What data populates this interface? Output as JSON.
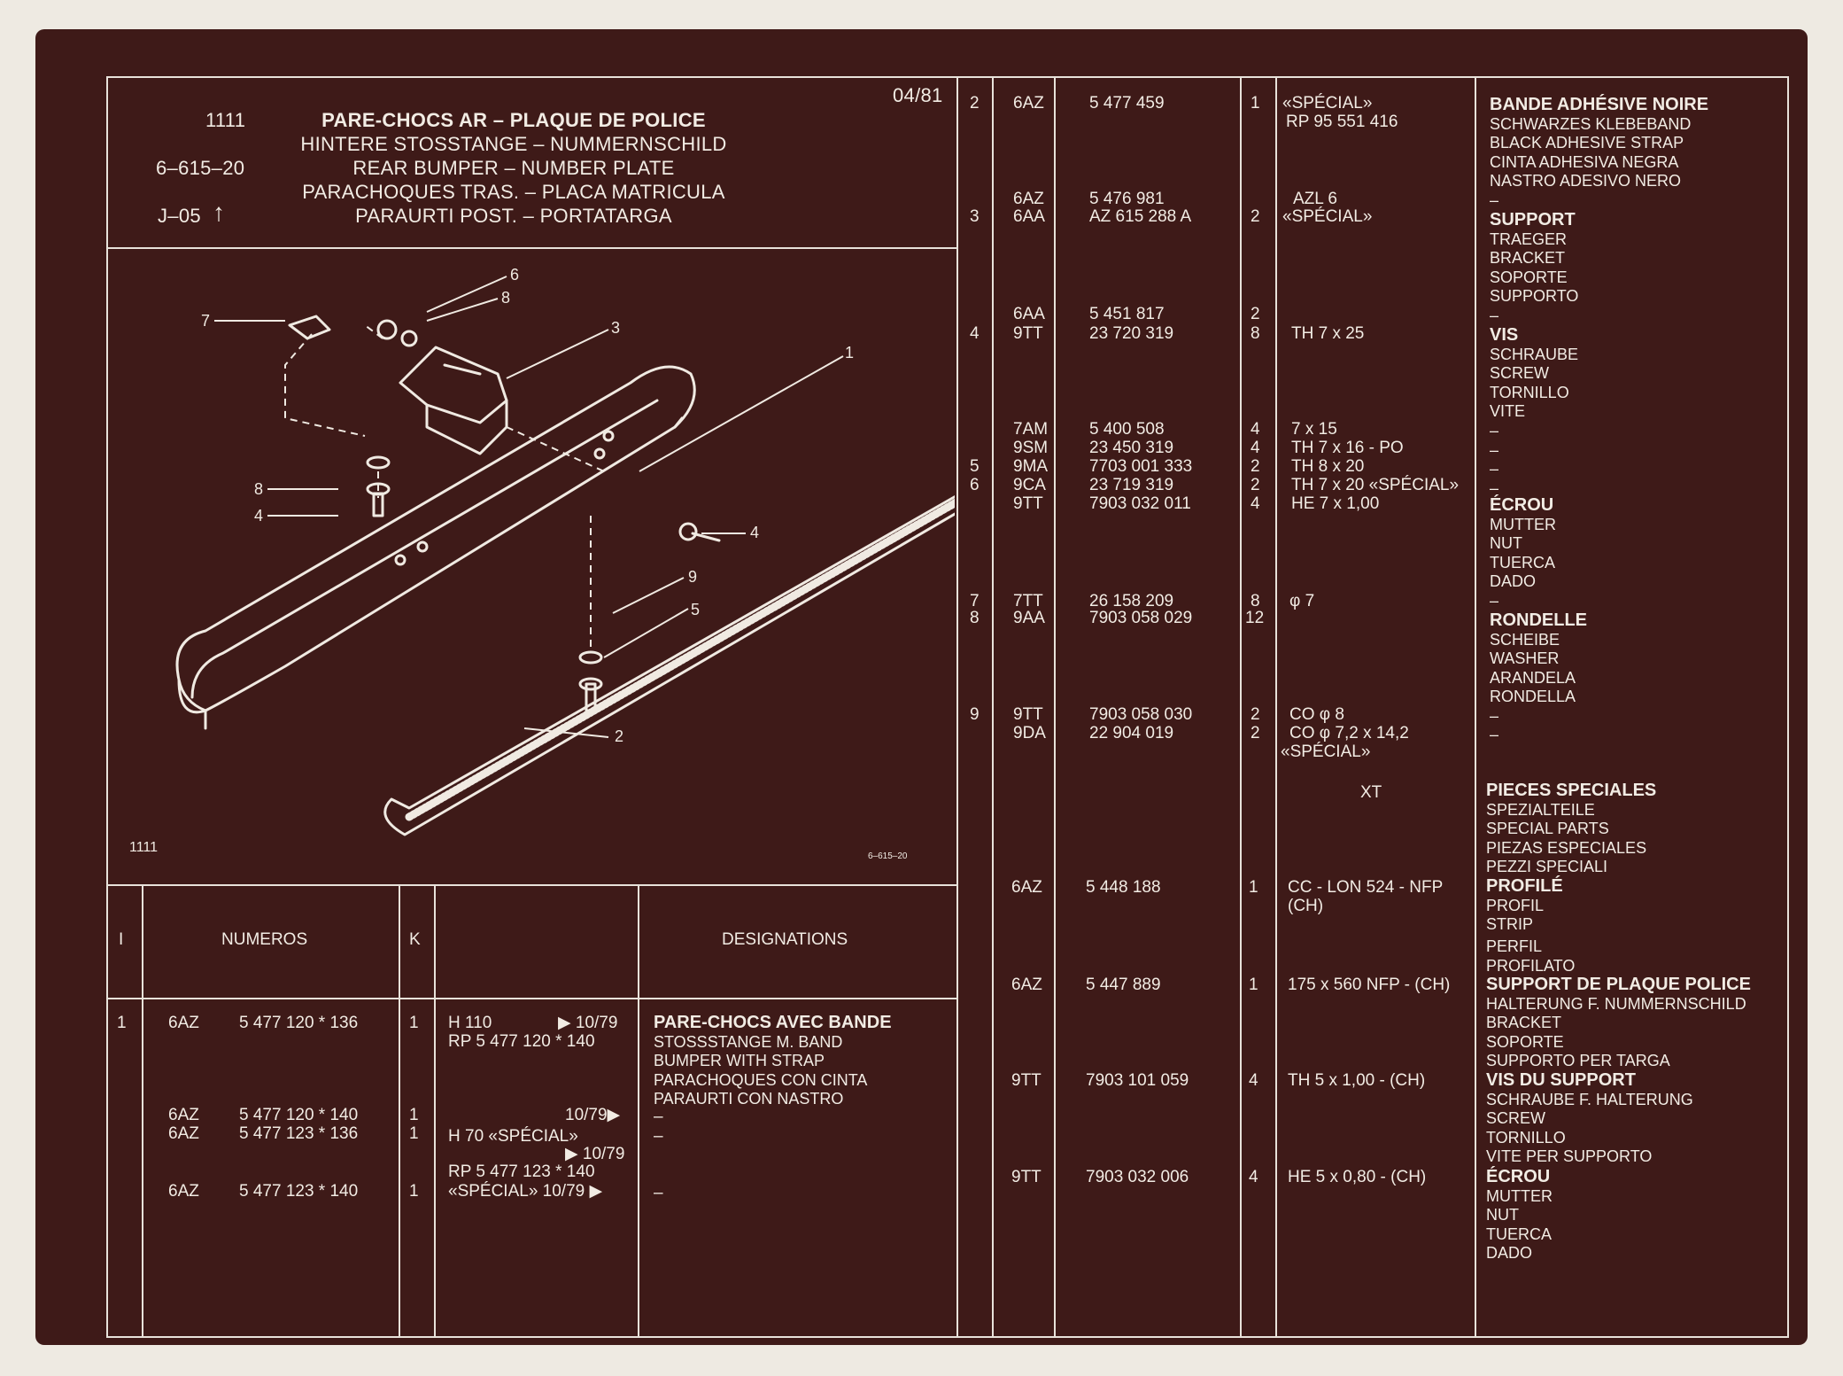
{
  "header": {
    "group": "1111",
    "ref": "6–615–20",
    "version": "J–05",
    "arrow": "↑",
    "date": "04/81",
    "titles": [
      "PARE-CHOCS AR – PLAQUE DE POLICE",
      "HINTERE STOSSTANGE – NUMMERNSCHILD",
      "REAR BUMPER – NUMBER PLATE",
      "PARACHOQUES TRAS. – PLACA MATRICULA",
      "PARAURTI POST. – PORTATARGA"
    ]
  },
  "diagram": {
    "group": "1111",
    "ref": "6–615–20",
    "callouts": [
      "1",
      "2",
      "3",
      "4",
      "4",
      "5",
      "6",
      "7",
      "8",
      "8",
      "9"
    ]
  },
  "table_header": {
    "col_i": "I",
    "col_numeros": "NUMEROS",
    "col_k": "K",
    "col_designations": "DESIGNATIONS"
  },
  "left_rows": {
    "item": "1",
    "codes": [
      "6AZ",
      "6AZ",
      "6AZ",
      "6AZ"
    ],
    "numbers": [
      "5 477 120 * 136",
      "5 477 120 * 140",
      "5 477 123 * 136",
      "5 477 123 * 140"
    ],
    "qty": [
      "1",
      "1",
      "1",
      "1"
    ],
    "notes": {
      "n1a": "H 110",
      "n1b": "▶ 10/79",
      "n2": "RP 5 477 120 * 140",
      "n3": "10/79▶",
      "n4": "H 70 «SPÉCIAL»",
      "n5": "▶ 10/79",
      "n6": "RP 5 477 123 * 140",
      "n7": "«SPÉCIAL»  10/79 ▶"
    },
    "designation": [
      "PARE-CHOCS AVEC BANDE",
      "STOSSSTANGE M. BAND",
      "BUMPER WITH STRAP",
      "PARACHOQUES CON CINTA",
      "PARAURTI CON NASTRO"
    ],
    "dashes": [
      "–",
      "–",
      "–"
    ]
  },
  "right_rows": {
    "items": [
      "2",
      "3",
      "4",
      "5",
      "6",
      "7",
      "8",
      "9"
    ],
    "codes": [
      "6AZ",
      "6AZ",
      "6AA",
      "6AA",
      "9TT",
      "7AM",
      "9SM",
      "9MA",
      "9CA",
      "9TT",
      "7TT",
      "9AA",
      "9TT",
      "9DA",
      "6AZ",
      "6AZ",
      "9TT",
      "9TT"
    ],
    "numbers": [
      "5 477 459",
      "5 476 981",
      "AZ 615 288 A",
      "5 451 817",
      "23 720 319",
      "5 400 508",
      "23 450 319",
      "7703 001 333",
      "23 719 319",
      "7903 032 011",
      "26 158 209",
      "7903 058 029",
      "7903 058 030",
      "22 904 019",
      "5 448 188",
      "5 447 889",
      "7903 101 059",
      "7903 032 006"
    ],
    "qty": [
      "1",
      "2",
      "2",
      "8",
      "4",
      "4",
      "2",
      "2",
      "4",
      "8",
      "12",
      "2",
      "2",
      "1",
      "1",
      "4",
      "4"
    ],
    "notes": [
      "«SPÉCIAL»",
      "RP 95 551 416",
      "AZL 6",
      "«SPÉCIAL»",
      "TH 7 x 25",
      "7 x 15",
      "TH 7 x 16 - PO",
      "TH 8 x 20",
      "TH 7 x 20 «SPÉCIAL»",
      "HE 7 x 1,00",
      "φ 7",
      "CO φ 8",
      "CO φ 7,2 x 14,2",
      "«SPÉCIAL»",
      "XT",
      "CC - LON 524 - NFP",
      "(CH)",
      "175 x 560  NFP - (CH)",
      "TH 5 x 1,00  - (CH)",
      "HE 5 x 0,80 - (CH)"
    ],
    "designations": {
      "d1": [
        "BANDE ADHÉSIVE NOIRE",
        "SCHWARZES KLEBEBAND",
        "BLACK ADHESIVE STRAP",
        "CINTA ADHESIVA NEGRA",
        "NASTRO ADESIVO NERO",
        "–"
      ],
      "d2": [
        "SUPPORT",
        "TRAEGER",
        "BRACKET",
        "SOPORTE",
        "SUPPORTO",
        "–"
      ],
      "d3": [
        "VIS",
        "SCHRAUBE",
        "SCREW",
        "TORNILLO",
        "VITE"
      ],
      "d3b": [
        "–",
        "–",
        "–",
        "–"
      ],
      "d4": [
        "ÉCROU",
        "MUTTER",
        "NUT",
        "TUERCA",
        "DADO",
        "–"
      ],
      "d5": [
        "RONDELLE",
        "SCHEIBE",
        "WASHER",
        "ARANDELA",
        "RONDELLA",
        "–",
        "–"
      ],
      "d6": [
        "PIECES SPECIALES",
        "SPEZIALTEILE",
        "SPECIAL PARTS",
        "PIEZAS ESPECIALES",
        "PEZZI SPECIALI"
      ],
      "d7": [
        "PROFILÉ",
        "PROFIL",
        "STRIP"
      ],
      "d7b": [
        "PERFIL",
        "PROFILATO"
      ],
      "d8": [
        "SUPPORT DE PLAQUE POLICE",
        "HALTERUNG F. NUMMERNSCHILD",
        "BRACKET",
        "SOPORTE",
        "SUPPORTO PER TARGA"
      ],
      "d9": [
        "VIS DU SUPPORT",
        "SCHRAUBE F. HALTERUNG",
        "SCREW",
        "TORNILLO",
        "VITE PER SUPPORTO"
      ],
      "d10": [
        "ÉCROU",
        "MUTTER",
        "NUT",
        "TUERCA",
        "DADO"
      ]
    }
  }
}
